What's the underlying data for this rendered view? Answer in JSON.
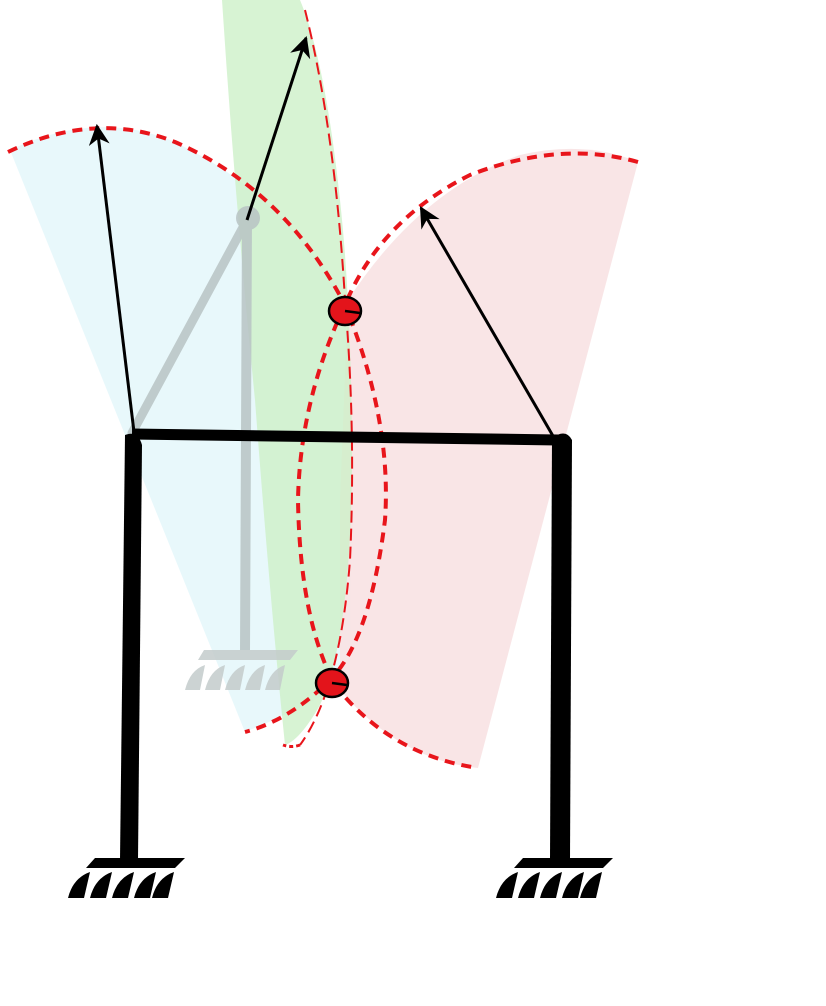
{
  "diagram": {
    "kind": "mechanism-reachability",
    "colors": {
      "frame": "#000000",
      "ghost_frame": "#b8c4c4",
      "cyan_region": "#e6f7fb",
      "red_region": "#f8e2e3",
      "green_region": "#cdf0c8",
      "dashed_boundary": "#e8151b",
      "intersection_marker": "#e3141b",
      "arrow": "#000000"
    },
    "elements": {
      "left_column": "left-column",
      "right_column": "right-column",
      "top_beam": "top-beam",
      "ghost_link_diagonal": "ghost-diagonal-link",
      "ghost_link_vertical": "ghost-vertical-link",
      "ground_supports": [
        "ground-left",
        "ground-right",
        "ground-ghost"
      ],
      "intersection_points": [
        "upper-intersection",
        "lower-intersection"
      ],
      "velocity_arrows": [
        "arrow-left",
        "arrow-middle",
        "arrow-right"
      ]
    }
  }
}
